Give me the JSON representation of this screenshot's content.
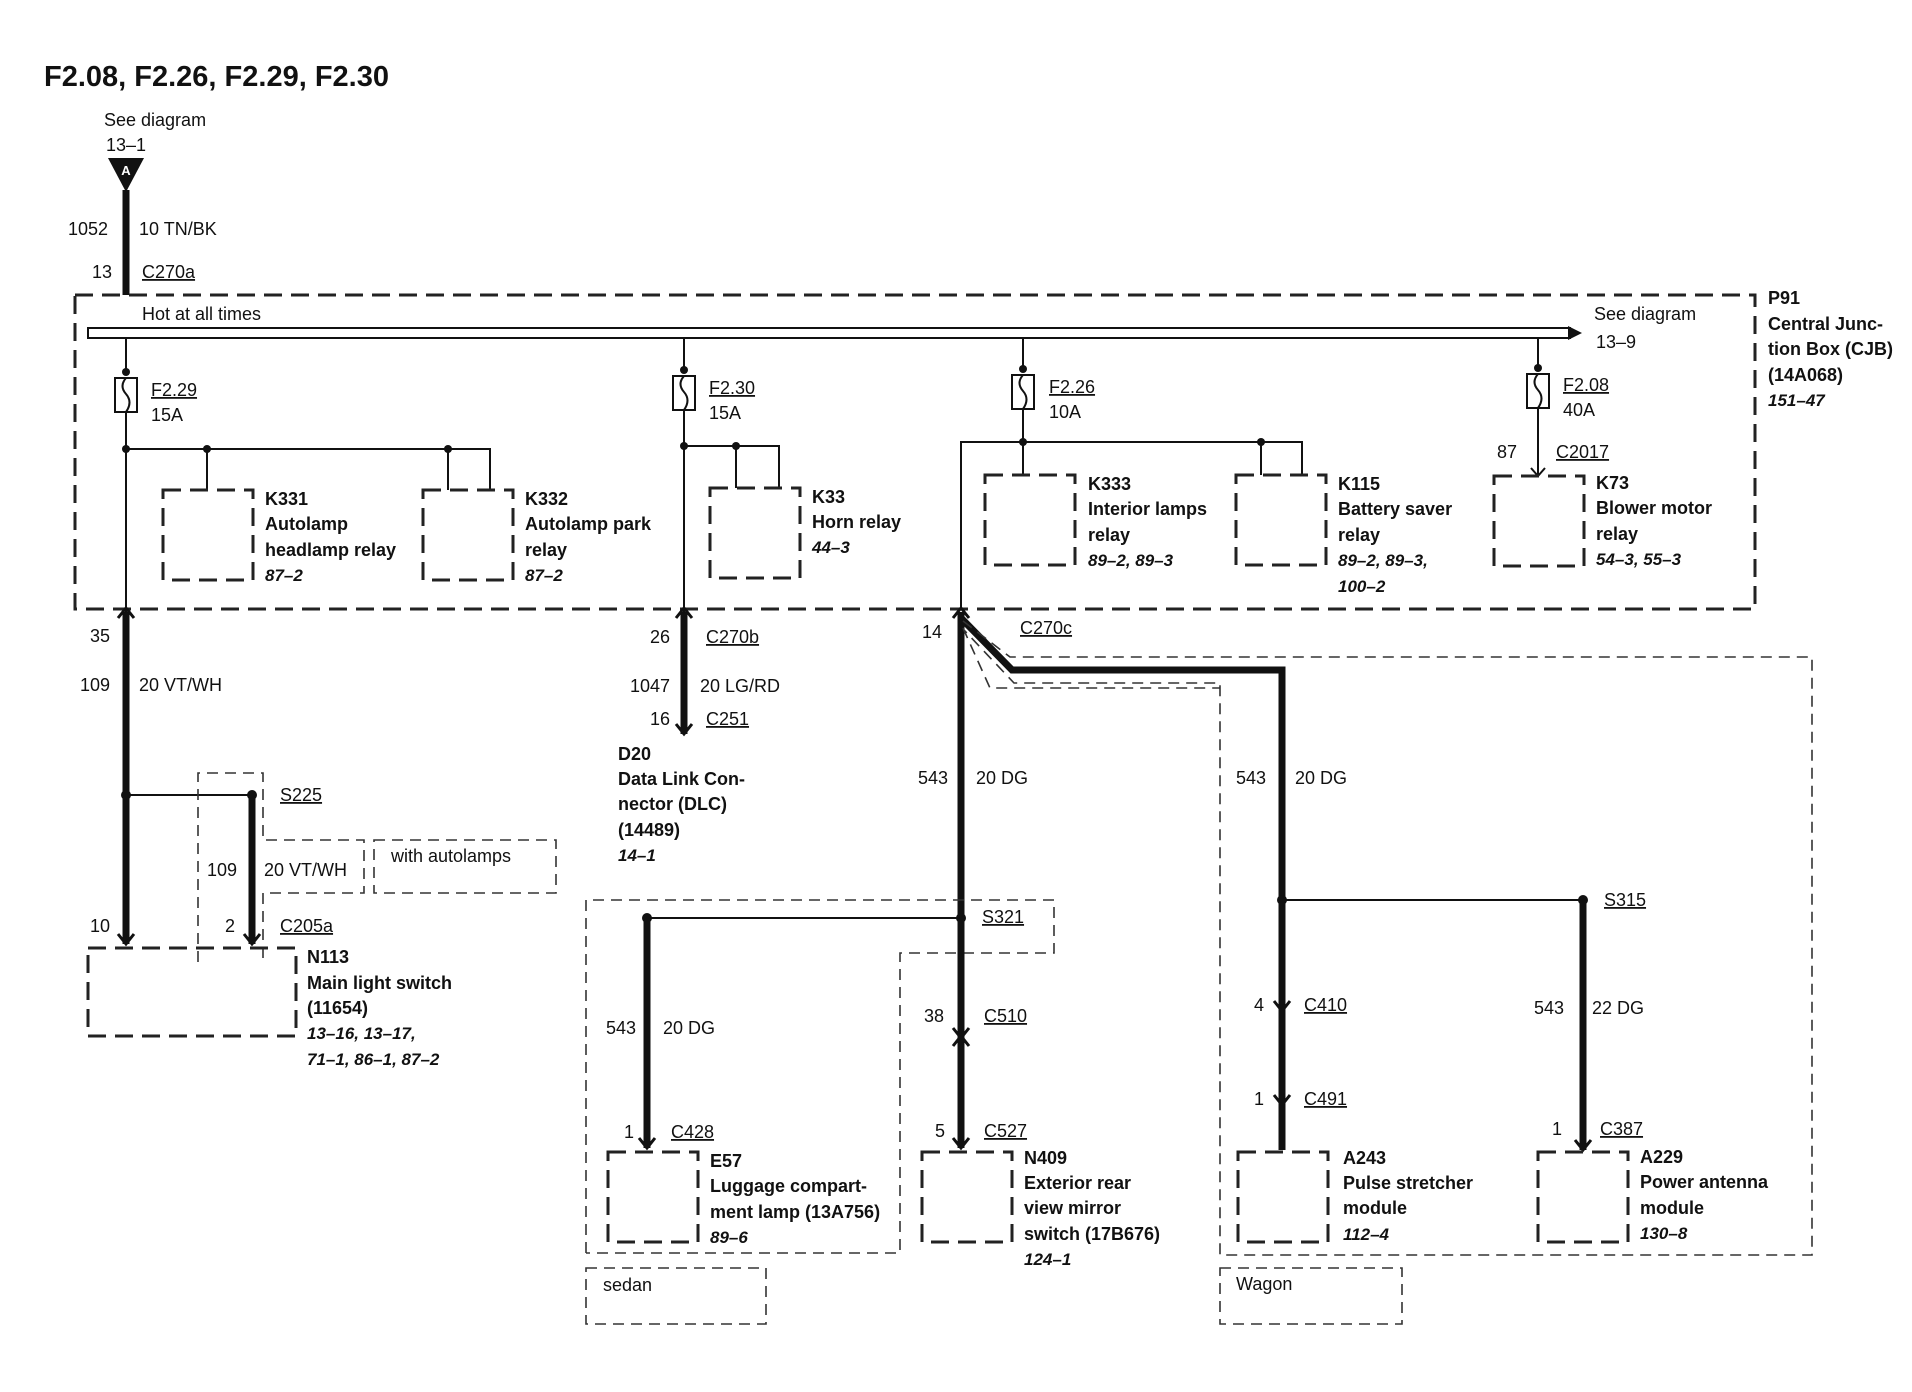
{
  "title": "F2.08, F2.26, F2.29, F2.30",
  "source": {
    "see_label": "See diagram",
    "see_ref": "13–1",
    "connector_letter": "A",
    "circuit": "1052",
    "wire": "10 TN/BK",
    "pin": "13",
    "connector": "C270a"
  },
  "junction_box": {
    "id": "P91",
    "line1": "Central Junc-",
    "line2": "tion Box (CJB)",
    "part": "(14A068)",
    "ref": "151–47",
    "bus_label": "Hot at all times",
    "bus_see_label": "See diagram",
    "bus_see_ref": "13–9"
  },
  "fuses": [
    {
      "id": "F2.29",
      "amps": "15A"
    },
    {
      "id": "F2.30",
      "amps": "15A"
    },
    {
      "id": "F2.26",
      "amps": "10A"
    },
    {
      "id": "F2.08",
      "amps": "40A"
    }
  ],
  "relays": {
    "k331": {
      "id": "K331",
      "l1": "Autolamp",
      "l2": "headlamp relay",
      "ref": "87–2"
    },
    "k332": {
      "id": "K332",
      "l1": "Autolamp park",
      "l2": "relay",
      "ref": "87–2"
    },
    "k33": {
      "id": "K33",
      "l1": "Horn relay",
      "ref": "44–3"
    },
    "k333": {
      "id": "K333",
      "l1": "Interior lamps",
      "l2": "relay",
      "ref": "89–2, 89–3"
    },
    "k115": {
      "id": "K115",
      "l1": "Battery saver",
      "l2": "relay",
      "ref": "89–2, 89–3,",
      "ref2": "100–2"
    },
    "k73": {
      "id": "K73",
      "l1": "Blower motor",
      "l2": "relay",
      "ref": "54–3, 55–3",
      "pin": "87",
      "connector": "C2017"
    }
  },
  "left_branch": {
    "pin_top": "35",
    "circuit": "109",
    "wire": "20 VT/WH",
    "splice": "S225",
    "sub_circuit": "109",
    "sub_wire": "20 VT/WH",
    "with_label": "with autolamps",
    "pin_a": "10",
    "pin_b": "2",
    "connector": "C205a",
    "component": {
      "id": "N113",
      "l1": "Main light switch",
      "l2": "(11654)",
      "ref1": "13–16, 13–17,",
      "ref2": "71–1, 86–1, 87–2"
    }
  },
  "dlc_branch": {
    "pin_top": "26",
    "connector_top": "C270b",
    "circuit": "1047",
    "wire": "20 LG/RD",
    "pin_bottom": "16",
    "connector_bottom": "C251",
    "component": {
      "id": "D20",
      "l1": "Data Link Con-",
      "l2": "nector (DLC)",
      "l3": "(14489)",
      "ref": "14–1"
    }
  },
  "c270c_branch": {
    "pin": "14",
    "connector": "C270c",
    "sedan": {
      "circuit": "543",
      "wire": "20 DG",
      "splice": "S321",
      "lamp_circuit": "543",
      "lamp_wire": "20 DG",
      "lamp_pin": "1",
      "lamp_connector": "C428",
      "lamp": {
        "id": "E57",
        "l1": "Luggage compart-",
        "l2": "ment lamp (13A756)",
        "ref": "89–6"
      },
      "mirror_pin_a": "38",
      "mirror_connector_a": "C510",
      "mirror_pin_b": "5",
      "mirror_connector_b": "C527",
      "mirror": {
        "id": "N409",
        "l1": "Exterior rear",
        "l2": "view mirror",
        "l3": "switch (17B676)",
        "ref": "124–1"
      },
      "label": "sedan"
    },
    "wagon": {
      "circuit": "543",
      "wire": "20 DG",
      "splice": "S315",
      "pin_a": "4",
      "connector_a": "C410",
      "pin_b": "1",
      "connector_b": "C491",
      "module1": {
        "id": "A243",
        "l1": "Pulse stretcher",
        "l2": "module",
        "ref": "112–4"
      },
      "ant_circuit": "543",
      "ant_wire": "22 DG",
      "ant_pin": "1",
      "ant_connector": "C387",
      "module2": {
        "id": "A229",
        "l1": "Power antenna",
        "l2": "module",
        "ref": "130–8"
      },
      "label": "Wagon"
    }
  }
}
